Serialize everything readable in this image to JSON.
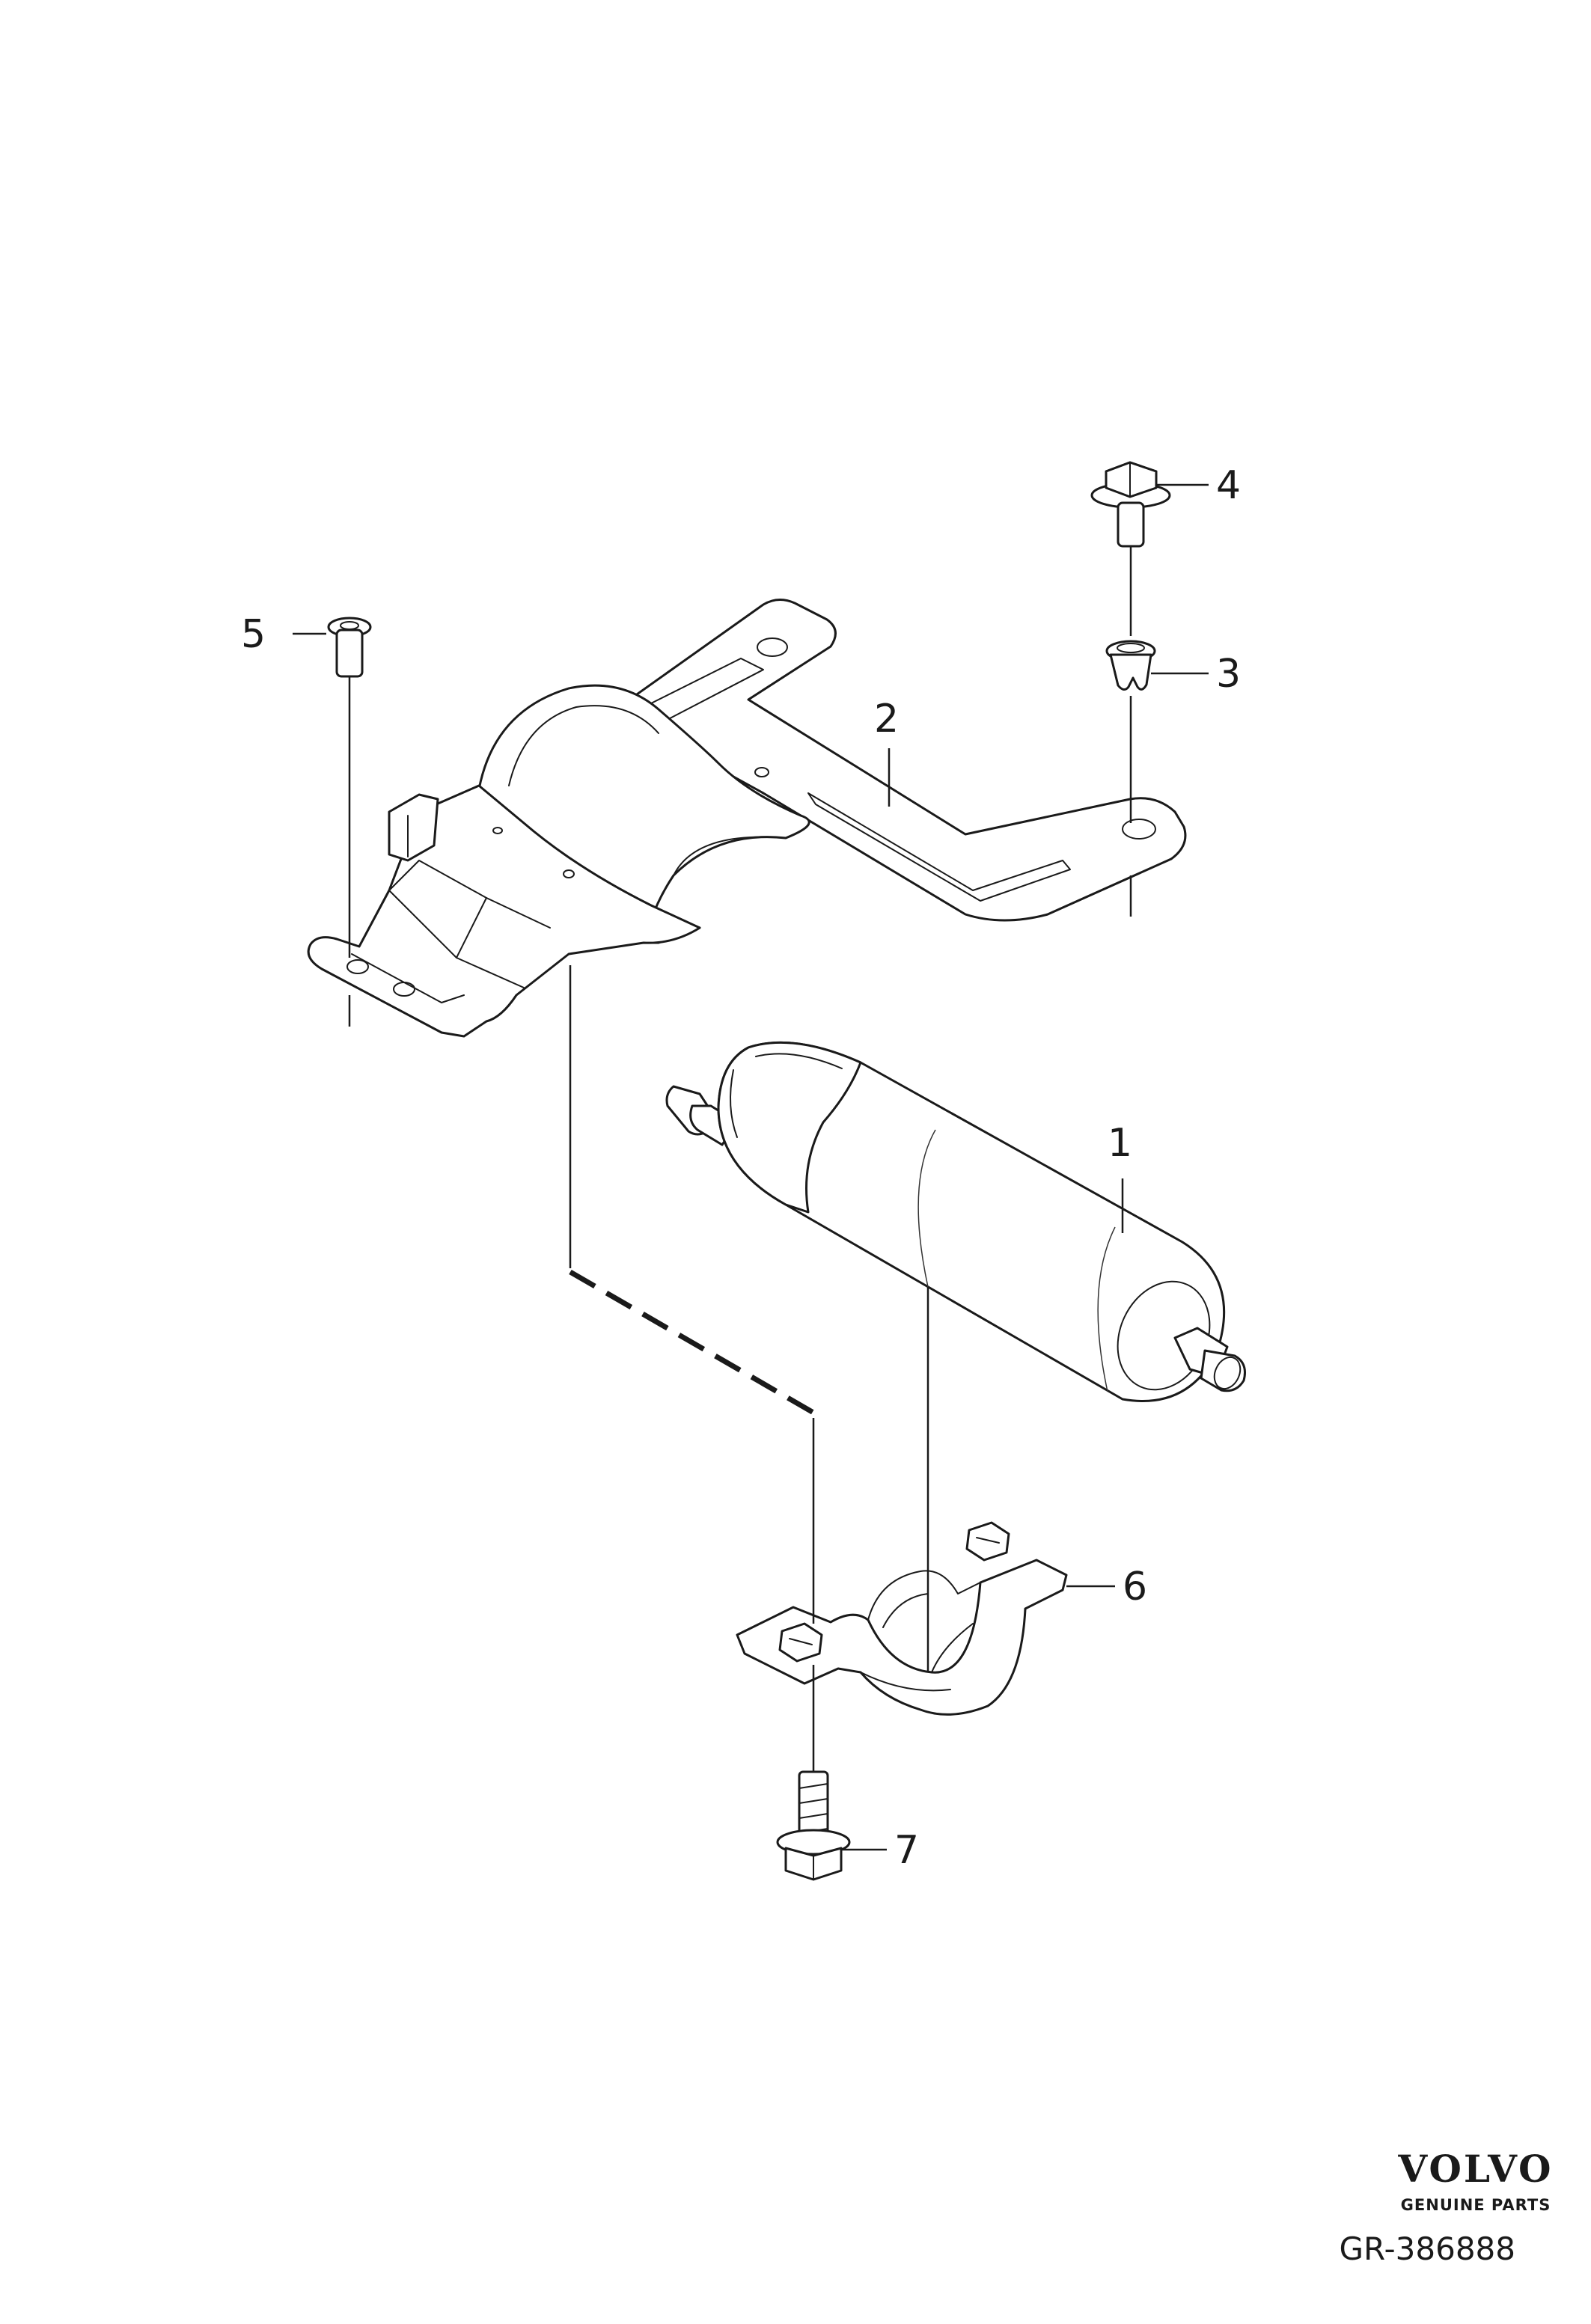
{
  "diagram": {
    "callouts": [
      "1",
      "2",
      "3",
      "4",
      "5",
      "6",
      "7"
    ],
    "logo": {
      "brand": "VOLVO",
      "tagline": "GENUINE PARTS"
    },
    "reference": "GR-386888"
  }
}
